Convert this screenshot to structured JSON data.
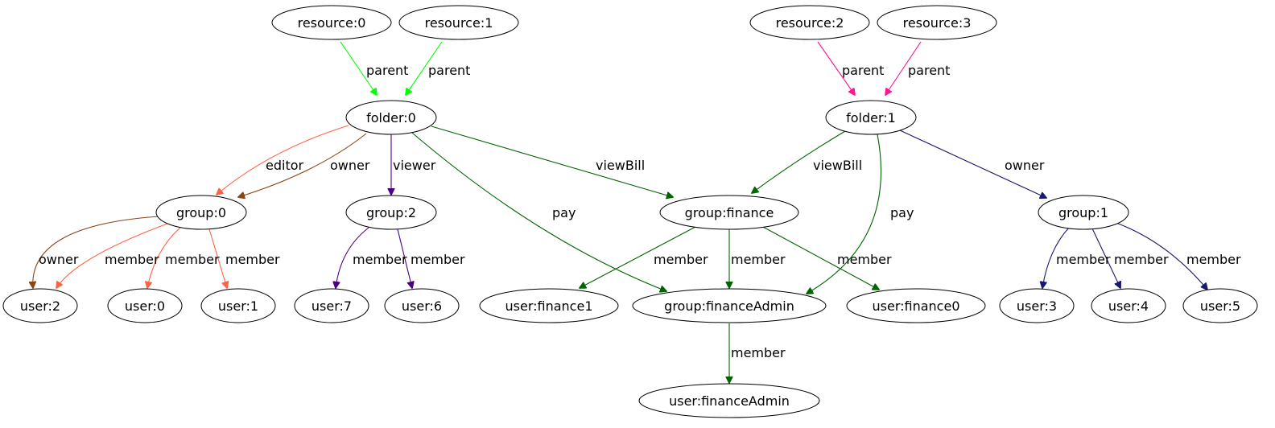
{
  "diagram": {
    "nodes": [
      {
        "id": "resource:0",
        "label": "resource:0"
      },
      {
        "id": "resource:1",
        "label": "resource:1"
      },
      {
        "id": "resource:2",
        "label": "resource:2"
      },
      {
        "id": "resource:3",
        "label": "resource:3"
      },
      {
        "id": "folder:0",
        "label": "folder:0"
      },
      {
        "id": "folder:1",
        "label": "folder:1"
      },
      {
        "id": "group:0",
        "label": "group:0"
      },
      {
        "id": "group:2",
        "label": "group:2"
      },
      {
        "id": "group:finance",
        "label": "group:finance"
      },
      {
        "id": "group:1",
        "label": "group:1"
      },
      {
        "id": "user:2",
        "label": "user:2"
      },
      {
        "id": "user:0",
        "label": "user:0"
      },
      {
        "id": "user:1",
        "label": "user:1"
      },
      {
        "id": "user:7",
        "label": "user:7"
      },
      {
        "id": "user:6",
        "label": "user:6"
      },
      {
        "id": "user:finance1",
        "label": "user:finance1"
      },
      {
        "id": "group:financeAdmin",
        "label": "group:financeAdmin"
      },
      {
        "id": "user:finance0",
        "label": "user:finance0"
      },
      {
        "id": "user:3",
        "label": "user:3"
      },
      {
        "id": "user:4",
        "label": "user:4"
      },
      {
        "id": "user:5",
        "label": "user:5"
      },
      {
        "id": "user:financeAdmin",
        "label": "user:financeAdmin"
      }
    ],
    "edges": [
      {
        "from": "resource:0",
        "to": "folder:0",
        "label": "parent",
        "color": "#00ff00"
      },
      {
        "from": "resource:1",
        "to": "folder:0",
        "label": "parent",
        "color": "#00ff00"
      },
      {
        "from": "resource:2",
        "to": "folder:1",
        "label": "parent",
        "color": "#ff1493"
      },
      {
        "from": "resource:3",
        "to": "folder:1",
        "label": "parent",
        "color": "#ff1493"
      },
      {
        "from": "folder:0",
        "to": "group:0",
        "label": "editor",
        "color": "#ff6347"
      },
      {
        "from": "folder:0",
        "to": "group:0",
        "label": "owner",
        "color": "#8b4513"
      },
      {
        "from": "folder:0",
        "to": "group:2",
        "label": "viewer",
        "color": "#4b0082"
      },
      {
        "from": "folder:0",
        "to": "group:finance",
        "label": "viewBill",
        "color": "#006400"
      },
      {
        "from": "folder:0",
        "to": "group:financeAdmin",
        "label": "pay",
        "color": "#006400"
      },
      {
        "from": "folder:1",
        "to": "group:finance",
        "label": "viewBill",
        "color": "#006400"
      },
      {
        "from": "folder:1",
        "to": "group:financeAdmin",
        "label": "pay",
        "color": "#006400"
      },
      {
        "from": "folder:1",
        "to": "group:1",
        "label": "owner",
        "color": "#191970"
      },
      {
        "from": "group:0",
        "to": "user:2",
        "label": "owner",
        "color": "#8b4513"
      },
      {
        "from": "group:0",
        "to": "user:2",
        "label": "member",
        "color": "#ff6347"
      },
      {
        "from": "group:0",
        "to": "user:0",
        "label": "member",
        "color": "#ff6347"
      },
      {
        "from": "group:0",
        "to": "user:1",
        "label": "member",
        "color": "#ff6347"
      },
      {
        "from": "group:2",
        "to": "user:7",
        "label": "member",
        "color": "#4b0082"
      },
      {
        "from": "group:2",
        "to": "user:6",
        "label": "member",
        "color": "#4b0082"
      },
      {
        "from": "group:finance",
        "to": "user:finance1",
        "label": "member",
        "color": "#006400"
      },
      {
        "from": "group:finance",
        "to": "group:financeAdmin",
        "label": "member",
        "color": "#006400"
      },
      {
        "from": "group:finance",
        "to": "user:finance0",
        "label": "member",
        "color": "#006400"
      },
      {
        "from": "group:1",
        "to": "user:3",
        "label": "member",
        "color": "#191970"
      },
      {
        "from": "group:1",
        "to": "user:4",
        "label": "member",
        "color": "#191970"
      },
      {
        "from": "group:1",
        "to": "user:5",
        "label": "member",
        "color": "#191970"
      },
      {
        "from": "group:financeAdmin",
        "to": "user:financeAdmin",
        "label": "member",
        "color": "#006400"
      }
    ]
  }
}
